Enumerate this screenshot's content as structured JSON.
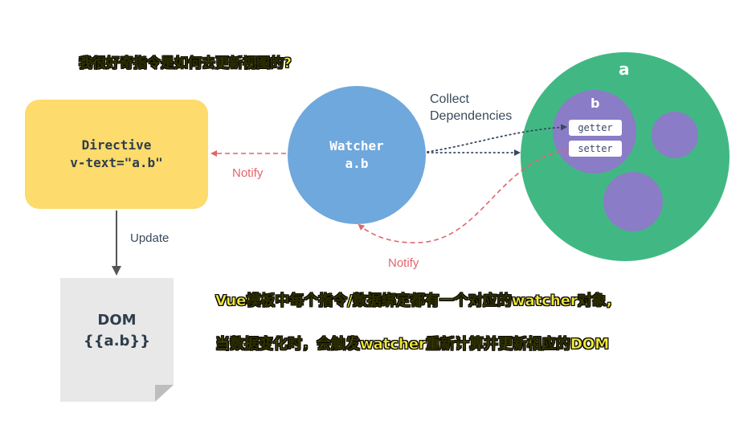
{
  "question": "我很好奇指令是如何去更新视图的?",
  "directive": {
    "line1": "Directive",
    "line2": "v-text=\"a.b\""
  },
  "watcher": {
    "line1": "Watcher",
    "line2": "a.b"
  },
  "collect": {
    "line1": "Collect",
    "line2": "Dependencies"
  },
  "notify_left": "Notify",
  "notify_bottom": "Notify",
  "update": "Update",
  "dom": {
    "line1": "DOM",
    "line2": "{{a.b}}"
  },
  "object_a": {
    "label": "a",
    "child": "b",
    "getter": "getter",
    "setter": "setter"
  },
  "caption": {
    "line1": "Vue模板中每个指令/数据绑定都有一个对应的watcher对象,",
    "line2": "当数据变化时，会触发watcher重新计算并更新相应的DOM"
  },
  "colors": {
    "directive": "#fddb6c",
    "watcher": "#6fa8dc",
    "object_a": "#41b883",
    "object_b": "#8a7cc6",
    "notify": "#e0656b",
    "dependency": "#35495e",
    "caption": "#f4ec3a"
  }
}
